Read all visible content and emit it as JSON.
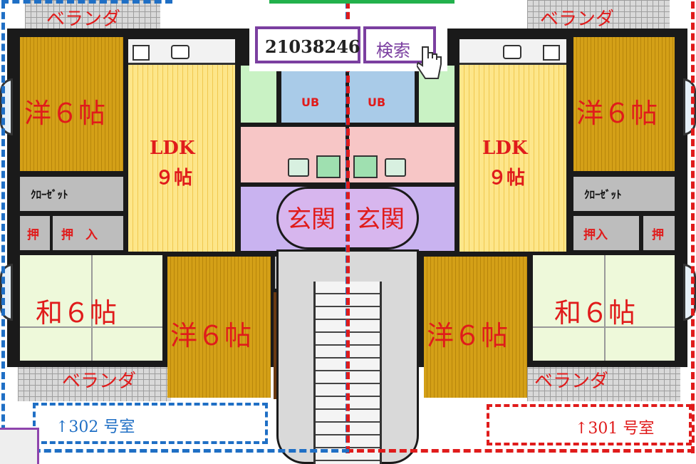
{
  "search": {
    "value": "21038246",
    "button_label": "検索"
  },
  "veranda_label": "ベランダ",
  "rooms": {
    "western": "洋６帖",
    "western_lower": "洋６帖",
    "ldk_line1": "LDK",
    "ldk_line2": "９帖",
    "japanese": "和６帖",
    "closet": "ｸﾛｰｾﾞｯﾄ",
    "oshi": "押",
    "oshiire_left": "押　入",
    "oshiire_right": "押入",
    "ub": "UB",
    "entrance": "玄関"
  },
  "units": {
    "left": "↑302 号室",
    "right": "↑301 号室"
  },
  "colors": {
    "left_unit_border": "#1f6fc5",
    "right_unit_border": "#e01b1b",
    "label": "#e01b1b"
  }
}
